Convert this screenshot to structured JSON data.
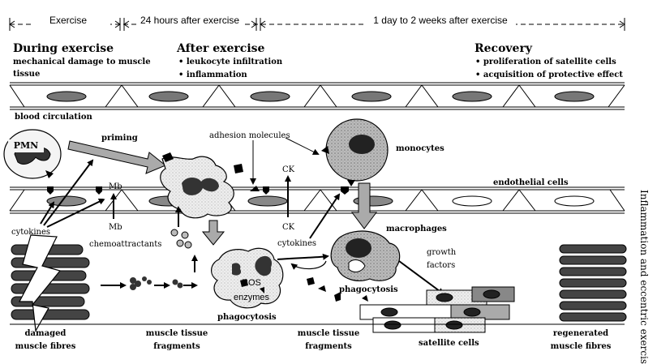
{
  "timeline": {
    "segments": [
      "Exercise",
      "24 hours after exercise",
      "1 day to 2 weeks after exercise"
    ]
  },
  "phases": {
    "during": {
      "title": "During exercise",
      "line1": "mechanical damage to muscle",
      "line2": "tissue"
    },
    "after": {
      "title": "After exercise",
      "items": [
        "leukocyte infiltration",
        "inflammation"
      ]
    },
    "recovery": {
      "title": "Recovery",
      "items": [
        "proliferation of satellite cells",
        "acquisition of protective effect"
      ]
    }
  },
  "labels": {
    "blood_circulation": "blood circulation",
    "pmn": "PMN",
    "priming": "priming",
    "adhesion_molecules": "adhesion molecules",
    "monocytes": "monocytes",
    "endothelial_cells": "endothelial cells",
    "ck_upper": "CK",
    "ck_lower": "CK",
    "mb_upper": "Mb",
    "mb_lower": "Mb",
    "cytokines_left": "cytokines",
    "cytokines_mid": "cytokines",
    "chemoattractants": "chemoattractants",
    "macrophages": "macrophages",
    "growth": "growth",
    "factors": "factors",
    "ros": "ROS",
    "enzymes": "enzymes",
    "phagocytosis_left": "phagocytosis",
    "phagocytosis_right": "phagocytosis",
    "satellite_cells": "satellite cells"
  },
  "bottom_labels": {
    "damaged": [
      "damaged",
      "muscle fibres"
    ],
    "fragments1": [
      "muscle tissue",
      "fragments"
    ],
    "fragments2": [
      "muscle tissue",
      "fragments"
    ],
    "regenerated": [
      "regenerated",
      "muscle fibres"
    ]
  },
  "side_title": "Inflammation and eccentric exercise"
}
